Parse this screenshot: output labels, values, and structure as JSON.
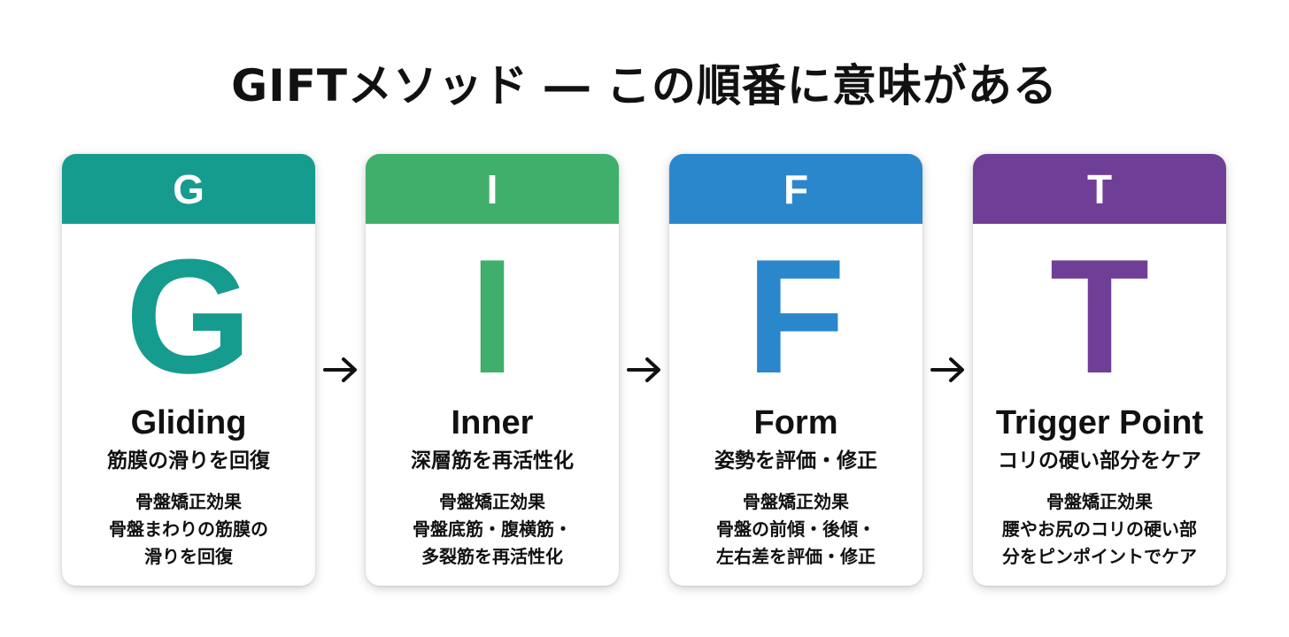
{
  "title": "GIFTメソッド ― この順番に意味がある",
  "cards": [
    {
      "header": "G",
      "letter": "G",
      "term": "Gliding",
      "subtitle": "筋膜の滑りを回復",
      "effect_lines": [
        "骨盤矯正効果",
        "骨盤まわりの筋膜の",
        "滑りを回復"
      ],
      "color": "#169c8f"
    },
    {
      "header": "I",
      "letter": "I",
      "term": "Inner",
      "subtitle": "深層筋を再活性化",
      "effect_lines": [
        "骨盤矯正効果",
        "骨盤底筋・腹横筋・",
        "多裂筋を再活性化"
      ],
      "color": "#3faf6b"
    },
    {
      "header": "F",
      "letter": "F",
      "term": "Form",
      "subtitle": "姿勢を評価・修正",
      "effect_lines": [
        "骨盤矯正効果",
        "骨盤の前傾・後傾・",
        "左右差を評価・修正"
      ],
      "color": "#2b87cc"
    },
    {
      "header": "T",
      "letter": "T",
      "term": "Trigger Point",
      "subtitle": "コリの硬い部分をケア",
      "effect_lines": [
        "骨盤矯正効果",
        "腰やお尻のコリの硬い部",
        "分をピンポイントでケア"
      ],
      "color": "#6f3f97"
    }
  ],
  "arrow_icon": "arrow-right-icon"
}
